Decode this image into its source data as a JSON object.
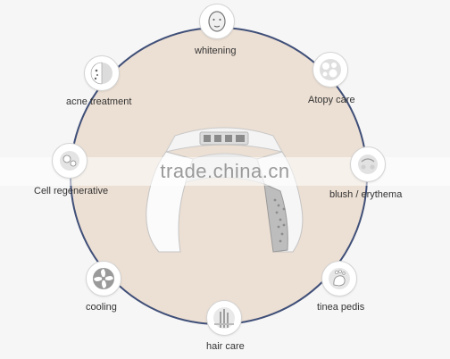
{
  "watermark": "trade.china.cn",
  "features": {
    "whitening": "whitening",
    "acne": "acne treatment",
    "atopy": "Atopy care",
    "cell": "Cell regenerative",
    "blush": "blush / erythema",
    "cooling": "cooling",
    "tinea": "tinea pedis",
    "hair": "hair care"
  },
  "icons": {
    "whitening": "face-icon",
    "acne": "acne-spot-icon",
    "atopy": "skin-patch-icon",
    "cell": "cell-icon",
    "blush": "blush-icon",
    "cooling": "fan-icon",
    "tinea": "foot-icon",
    "hair": "hair-follicle-icon"
  },
  "colors": {
    "ring": "#3f4f78",
    "disc": "#ecdfd3",
    "background": "#f7f6f6"
  }
}
